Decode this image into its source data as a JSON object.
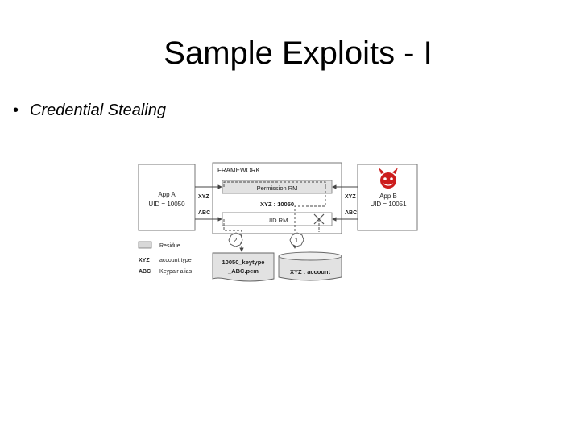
{
  "slide": {
    "title": "Sample Exploits - I",
    "bullet": "Credential Stealing"
  },
  "diagram": {
    "framework_label": "FRAMEWORK",
    "app_a": {
      "name": "App A",
      "uid": "UID = 10050"
    },
    "app_b": {
      "name": "App B",
      "uid": "UID = 10051"
    },
    "permission_rm": "Permission RM",
    "xyz_owner": "XYZ : 10050",
    "uid_rm": "UID RM",
    "left_xyz": "XYZ",
    "left_abc": "ABC",
    "right_xyz": "XYZ",
    "right_abc": "ABC",
    "step_2": "2",
    "step_1": "1",
    "file_line1": "10050_keytype",
    "file_line2": "_ABC.pem",
    "db_label": "XYZ : account",
    "legend": [
      {
        "key": "",
        "desc": "Residue"
      },
      {
        "key": "XYZ",
        "desc": "account type"
      },
      {
        "key": "ABC",
        "desc": "Keypair alias"
      }
    ]
  },
  "colors": {
    "residue_fill": "#d8d8d8",
    "devil_red": "#cc1d1d",
    "line": "#444444"
  }
}
